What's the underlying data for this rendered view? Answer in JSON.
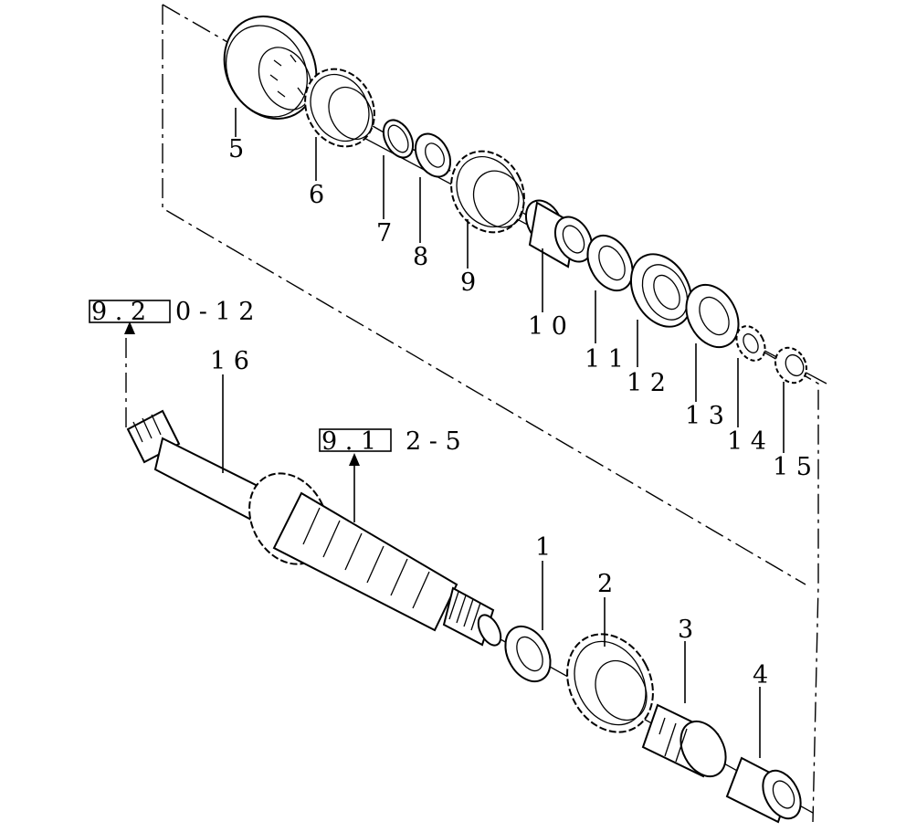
{
  "callouts": [
    {
      "id": "c1",
      "label": "1"
    },
    {
      "id": "c2",
      "label": "2"
    },
    {
      "id": "c3",
      "label": "3"
    },
    {
      "id": "c4",
      "label": "4"
    },
    {
      "id": "c5",
      "label": "5"
    },
    {
      "id": "c6",
      "label": "6"
    },
    {
      "id": "c7",
      "label": "7"
    },
    {
      "id": "c8",
      "label": "8"
    },
    {
      "id": "c9",
      "label": "9"
    },
    {
      "id": "c10",
      "label": "1 0"
    },
    {
      "id": "c11",
      "label": "1 1"
    },
    {
      "id": "c12",
      "label": "1 2"
    },
    {
      "id": "c13",
      "label": "1 3"
    },
    {
      "id": "c14",
      "label": "1 4"
    },
    {
      "id": "c15",
      "label": "1 5"
    },
    {
      "id": "c16",
      "label": "1 6"
    }
  ],
  "references": [
    {
      "id": "r1",
      "boxed": "9 . 2",
      "rest": "0 - 1 2"
    },
    {
      "id": "r2",
      "boxed": "9 . 1",
      "rest": "2 - 5"
    }
  ]
}
